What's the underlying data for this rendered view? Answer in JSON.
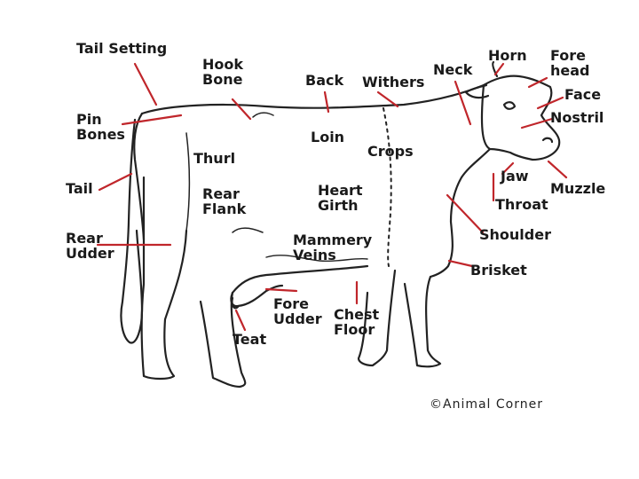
{
  "diagram": {
    "labels": {
      "tail_setting": "Tail Setting",
      "hook_bone": "Hook\nBone",
      "back": "Back",
      "withers": "Withers",
      "neck": "Neck",
      "horn": "Horn",
      "forehead": "Fore\nhead",
      "face": "Face",
      "nostril": "Nostril",
      "pin_bones": "Pin\nBones",
      "loin": "Loin",
      "thurl": "Thurl",
      "crops": "Crops",
      "jaw": "Jaw",
      "muzzle": "Muzzle",
      "tail": "Tail",
      "rear_flank": "Rear\nFlank",
      "heart_girth": "Heart\nGirth",
      "throat": "Throat",
      "rear_udder": "Rear\nUdder",
      "mammery_veins": "Mammery\nVeins",
      "shoulder": "Shoulder",
      "brisket": "Brisket",
      "fore_udder": "Fore\nUdder",
      "chest_floor": "Chest\nFloor",
      "teat": "Teat"
    },
    "copyright": "©Animal Corner",
    "colors": {
      "outline": "#222222",
      "pointer": "#c0262b",
      "text": "#1a1a1a"
    }
  }
}
